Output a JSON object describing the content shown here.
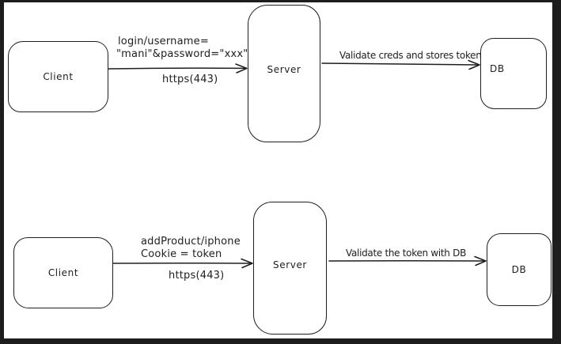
{
  "canvas": {
    "background": "#ffffff",
    "stroke": "#1e1e1e",
    "frame_color": "#1d1d1d"
  },
  "flow1": {
    "client_label": "Client",
    "server_label": "Server",
    "db_label": "DB",
    "request_line1": "login/username=",
    "request_line2": "\"mani\"&password=\"xxx\"",
    "protocol": "https(443)",
    "server_db_label": "Validate creds and stores token"
  },
  "flow2": {
    "client_label": "Client",
    "server_label": "Server",
    "db_label": "DB",
    "request_line1": "addProduct/iphone",
    "request_line2": "Cookie = token",
    "protocol": "https(443)",
    "server_db_label": "Validate the token with DB"
  }
}
